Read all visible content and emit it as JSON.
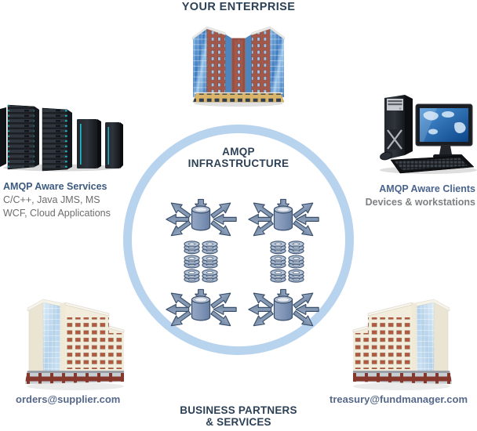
{
  "top": {
    "title": "YOUR ENTERPRISE"
  },
  "infrastructure": {
    "line1": "AMQP",
    "line2": "INFRASTRUCTURE"
  },
  "services": {
    "heading": "AMQP Aware Services",
    "details": [
      "C/C++, Java JMS, MS",
      "WCF, Cloud Applications"
    ]
  },
  "clients": {
    "heading": "AMQP Aware Clients",
    "subheading": "Devices & workstations"
  },
  "partners": {
    "left_email": "orders@supplier.com",
    "right_email": "treasury@fundmanager.com",
    "caption_line1": "BUSINESS PARTNERS",
    "caption_line2": "& SERVICES"
  },
  "icons": {
    "message-broker-icon": "cylinder-with-fanout-arrows",
    "message-queue-stack-icon": "stacked-disc-rings",
    "enterprise-building-illustration": "twin-tower-office-building",
    "server-racks-illustration": "rack-servers-with-cyan-leds",
    "workstation-illustration": "desktop-pc-with-world-map-monitor",
    "office-building-illustration": "cream-office-building-with-glass-tower"
  },
  "colors": {
    "accent_ring": "#b7d3ee",
    "heading_navy": "#2d4156",
    "services_blue": "#3c5a7f",
    "clients_blue": "#4a648d",
    "gray_text": "#6b6c6e",
    "email_blue": "#56688a",
    "icon_slate": "#8196b8"
  }
}
